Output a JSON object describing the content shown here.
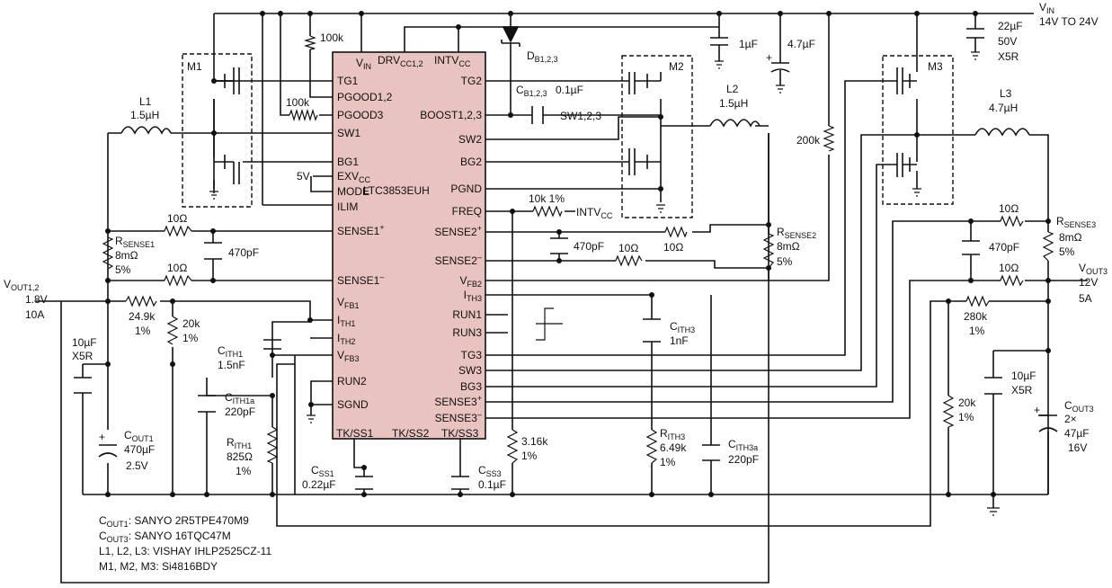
{
  "chip": {
    "name": "LTC3853EUH",
    "top_pins": {
      "vin": "V",
      "vin_sub": "IN",
      "drv": "DRV",
      "drv_sub": "CC1,2",
      "intv": "INTV",
      "intv_sub": "CC"
    },
    "left_pins": [
      {
        "t": "TG1"
      },
      {
        "t": "PGOOD1,2"
      },
      {
        "t": "PGOOD3"
      },
      {
        "t": "SW1"
      },
      {
        "t": "BG1"
      },
      {
        "t": "EXV",
        "sub": "CC"
      },
      {
        "t": "MODE"
      },
      {
        "t": "ILIM"
      },
      {
        "t": "SENSE1",
        "sup": "+"
      },
      {
        "t": "SENSE1",
        "sup": "–"
      },
      {
        "t": "V",
        "sub": "FB1"
      },
      {
        "t": "I",
        "sub": "TH1"
      },
      {
        "t": "I",
        "sub": "TH2"
      },
      {
        "t": "V",
        "sub": "FB3"
      },
      {
        "t": "RUN2"
      },
      {
        "t": "SGND"
      }
    ],
    "right_pins": [
      {
        "t": "TG2"
      },
      {
        "t": "BOOST1,2,3"
      },
      {
        "t": "SW2"
      },
      {
        "t": "BG2"
      },
      {
        "t": "PGND"
      },
      {
        "t": "FREQ"
      },
      {
        "t": "SENSE2",
        "sup": "+"
      },
      {
        "t": "SENSE2",
        "sup": "–"
      },
      {
        "t": "V",
        "sub": "FB2"
      },
      {
        "t": "I",
        "sub": "TH3"
      },
      {
        "t": "RUN1"
      },
      {
        "t": "RUN3"
      },
      {
        "t": "TG3"
      },
      {
        "t": "SW3"
      },
      {
        "t": "BG3"
      },
      {
        "t": "SENSE3",
        "sup": "+"
      },
      {
        "t": "SENSE3",
        "sup": "–"
      }
    ],
    "bottom_pins": [
      "TK/SS1",
      "TK/SS2",
      "TK/SS3"
    ]
  },
  "supply": {
    "vin": "V",
    "vin_sub": "IN",
    "vin_range": "14V TO 24V",
    "cin_a": "22µF",
    "cin_b": "50V",
    "cin_c": "X5R",
    "c_1uf": "1µF",
    "c_47uf": "4.7µF"
  },
  "parts": {
    "r_100k_a": "100k",
    "r_100k_b": "100k",
    "five_v": "5V",
    "m1": "M1",
    "m2": "M2",
    "m3": "M3",
    "l1": "L1",
    "l1_val": "1.5µH",
    "l2": "L2",
    "l2_val": "1.5µH",
    "l3": "L3",
    "l3_val": "4.7µH",
    "diode": "D",
    "diode_sub": "B1,2,3",
    "cb": "C",
    "cb_sub": "B1,2,3",
    "cb_val": "0.1µF",
    "sw123": "SW1,2,3",
    "r_200k": "200k",
    "r_freq": "10k 1%",
    "intv": "INTV",
    "intv_sub": "CC",
    "c_470pf_2": "470pF",
    "r_10_s2a": "10Ω",
    "r_10_s2b": "10Ω",
    "rsense2": "R",
    "rsense2_sub": "SENSE2",
    "rsense2_val": "8mΩ",
    "rsense2_tol": "5%",
    "r_10_s1a": "10Ω",
    "r_10_s1b": "10Ω",
    "c_470pf_1": "470pF",
    "rsense1": "R",
    "rsense1_sub": "SENSE1",
    "rsense1_val": "8mΩ",
    "rsense1_tol": "5%",
    "vout12": "V",
    "vout12_sub": "OUT1,2",
    "vout12_v": "1.8V",
    "vout12_i": "10A",
    "r_249k": "24.9k",
    "r_249k_tol": "1%",
    "r_20k_a": "20k",
    "r_20k_a_tol": "1%",
    "cith1": "C",
    "cith1_sub": "ITH1",
    "cith1_val": "1.5nF",
    "cith1a": "C",
    "cith1a_sub": "ITH1a",
    "cith1a_val": "220pF",
    "rith1": "R",
    "rith1_sub": "ITH1",
    "rith1_val": "825Ω",
    "rith1_tol": "1%",
    "c_10uf_a": "10µF",
    "c_10uf_a_t": "X5R",
    "cout1": "C",
    "cout1_sub": "OUT1",
    "cout1_val": "470µF",
    "cout1_v": "2.5V",
    "css1": "C",
    "css1_sub": "SS1",
    "css1_val": "0.22µF",
    "css3": "C",
    "css3_sub": "SS3",
    "css3_val": "0.1µF",
    "r_316k": "3.16k",
    "r_316k_tol": "1%",
    "cith3": "C",
    "cith3_sub": "ITH3",
    "cith3_val": "1nF",
    "rith3": "R",
    "rith3_sub": "ITH3",
    "rith3_val": "6.49k",
    "rith3_tol": "1%",
    "cith3a": "C",
    "cith3a_sub": "ITH3a",
    "cith3a_val": "220pF",
    "r_10_s3a": "10Ω",
    "r_10_s3b": "10Ω",
    "c_470pf_3": "470pF",
    "rsense3": "R",
    "rsense3_sub": "SENSE3",
    "rsense3_val": "8mΩ",
    "rsense3_tol": "5%",
    "vout3": "V",
    "vout3_sub": "OUT3",
    "vout3_v": "12V",
    "vout3_i": "5A",
    "r_280k": "280k",
    "r_280k_tol": "1%",
    "c_10uf_b": "10µF",
    "c_10uf_b_t": "X5R",
    "r_20k_b": "20k",
    "r_20k_b_tol": "1%",
    "cout3": "C",
    "cout3_sub": "OUT3",
    "cout3_a": "2×",
    "cout3_b": "47µF",
    "cout3_c": "16V"
  },
  "notes": [
    {
      "p": "C",
      "s": "OUT1",
      "t": ": SANYO 2R5TPE470M9"
    },
    {
      "p": "C",
      "s": "OUT3",
      "t": ": SANYO 16TQC47M"
    },
    {
      "p": "",
      "s": "",
      "t": "L1, L2, L3: VISHAY IHLP2525CZ-11"
    },
    {
      "p": "",
      "s": "",
      "t": "M1, M2, M3: Si4816BDY"
    }
  ]
}
